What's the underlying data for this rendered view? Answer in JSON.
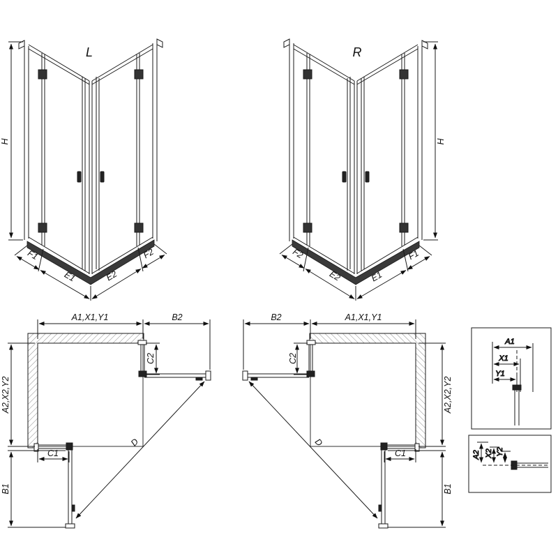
{
  "colors": {
    "line": "#1a1a1a",
    "tray": "#3a3a3a",
    "hatch": "#777777",
    "background": "#ffffff"
  },
  "iso_left": {
    "title": "L",
    "height": "H",
    "seg1": "F1",
    "seg2": "E1",
    "seg3": "E2",
    "seg4": "F2"
  },
  "iso_right": {
    "title": "R",
    "height": "H",
    "seg1": "F2",
    "seg2": "E2",
    "seg3": "E1",
    "seg4": "F1"
  },
  "plan_left": {
    "width_top": "A1,X1,Y1",
    "door_top": "B2",
    "c2": "C2",
    "depth": "A2,X2,Y2",
    "c1": "C1",
    "b1": "B1",
    "diag": "D"
  },
  "plan_right": {
    "width_top": "A1,X1,Y1",
    "door_top": "B2",
    "c2": "C2",
    "depth": "A2,X2,Y2",
    "c1": "C1",
    "b1": "B1",
    "diag": "D"
  },
  "detail_top": {
    "d1": "A1",
    "d2": "X1",
    "d3": "Y1"
  },
  "detail_bottom": {
    "d1": "A2",
    "d2": "X2",
    "d3": "Y2"
  }
}
